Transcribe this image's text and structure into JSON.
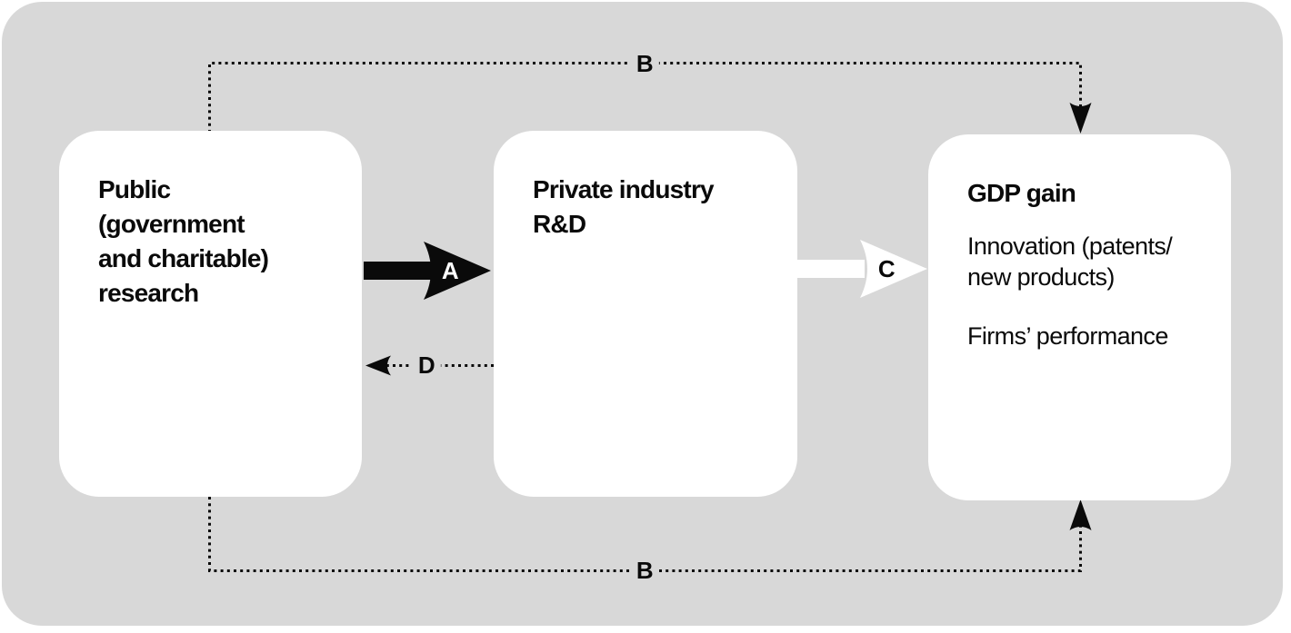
{
  "diagram": {
    "type": "flow-diagram",
    "panel_color": "#d8d8d8",
    "node_color": "#ffffff",
    "line_color": "#0a0a0a",
    "nodes": {
      "public": {
        "id": "public-research",
        "lines": [
          "Public",
          "(government",
          "and charitable)",
          "research"
        ]
      },
      "private": {
        "id": "private-industry-rd",
        "lines": [
          "Private industry",
          "R&D"
        ]
      },
      "gdp": {
        "id": "gdp-gain",
        "title": "GDP gain",
        "body1_lines": [
          "Innovation (patents/",
          "new products)"
        ],
        "body2": "Firms’ performance"
      }
    },
    "edges": {
      "a": {
        "label": "A",
        "from": "public-research",
        "to": "private-industry-rd",
        "style": "solid-black-arrow"
      },
      "b_top": {
        "label": "B",
        "from": "public-research",
        "to": "gdp-gain",
        "style": "dotted-arrow",
        "route": "top"
      },
      "b_bottom": {
        "label": "B",
        "from": "public-research",
        "to": "gdp-gain",
        "style": "dotted-arrow",
        "route": "bottom"
      },
      "c": {
        "label": "C",
        "from": "private-industry-rd",
        "to": "gdp-gain",
        "style": "solid-white-arrow"
      },
      "d": {
        "label": "D",
        "from": "private-industry-rd",
        "to": "public-research",
        "style": "dotted-arrow"
      }
    }
  }
}
